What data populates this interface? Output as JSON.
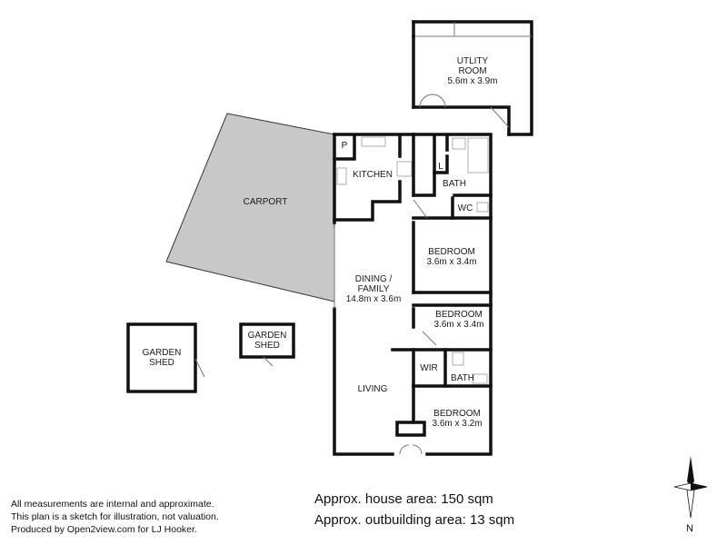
{
  "colors": {
    "wall": "#111111",
    "carport_fill": "#c8c8c8",
    "fixture": "#999999"
  },
  "rooms": {
    "utility": {
      "name_line1": "UTLITY",
      "name_line2": "ROOM",
      "size": "5.6m x 3.9m"
    },
    "pantry": {
      "name": "P"
    },
    "kitchen": {
      "name": "KITCHEN"
    },
    "laundry": {
      "name": "L"
    },
    "bath_main": {
      "name": "BATH"
    },
    "wc": {
      "name": "WC"
    },
    "carport": {
      "name": "CARPORT"
    },
    "bedroom1": {
      "name": "BEDROOM",
      "size": "3.6m x 3.4m"
    },
    "dining": {
      "name_line1": "DINING /",
      "name_line2": "FAMILY",
      "size": "14.8m x 3.6m"
    },
    "bedroom2": {
      "name": "BEDROOM",
      "size": "3.6m x 3.4m"
    },
    "wir": {
      "name": "WIR"
    },
    "bath_ensuite": {
      "name": "BATH"
    },
    "living": {
      "name": "LIVING"
    },
    "bedroom3": {
      "name": "BEDROOM",
      "size": "3.6m x 3.2m"
    },
    "garden_shed_large": {
      "name_line1": "GARDEN",
      "name_line2": "SHED"
    },
    "garden_shed_small": {
      "name_line1": "GARDEN",
      "name_line2": "SHED"
    }
  },
  "disclaimer": {
    "line1": "All measurements are internal and approximate.",
    "line2": "This plan is a sketch for illustration, not valuation.",
    "line3": "Produced by Open2view.com for LJ Hooker."
  },
  "areas": {
    "house": "Approx. house area: 150 sqm",
    "outbuilding": "Approx. outbuilding area: 13 sqm"
  },
  "compass": {
    "north_label": "N",
    "icon": "compass-star-icon"
  }
}
